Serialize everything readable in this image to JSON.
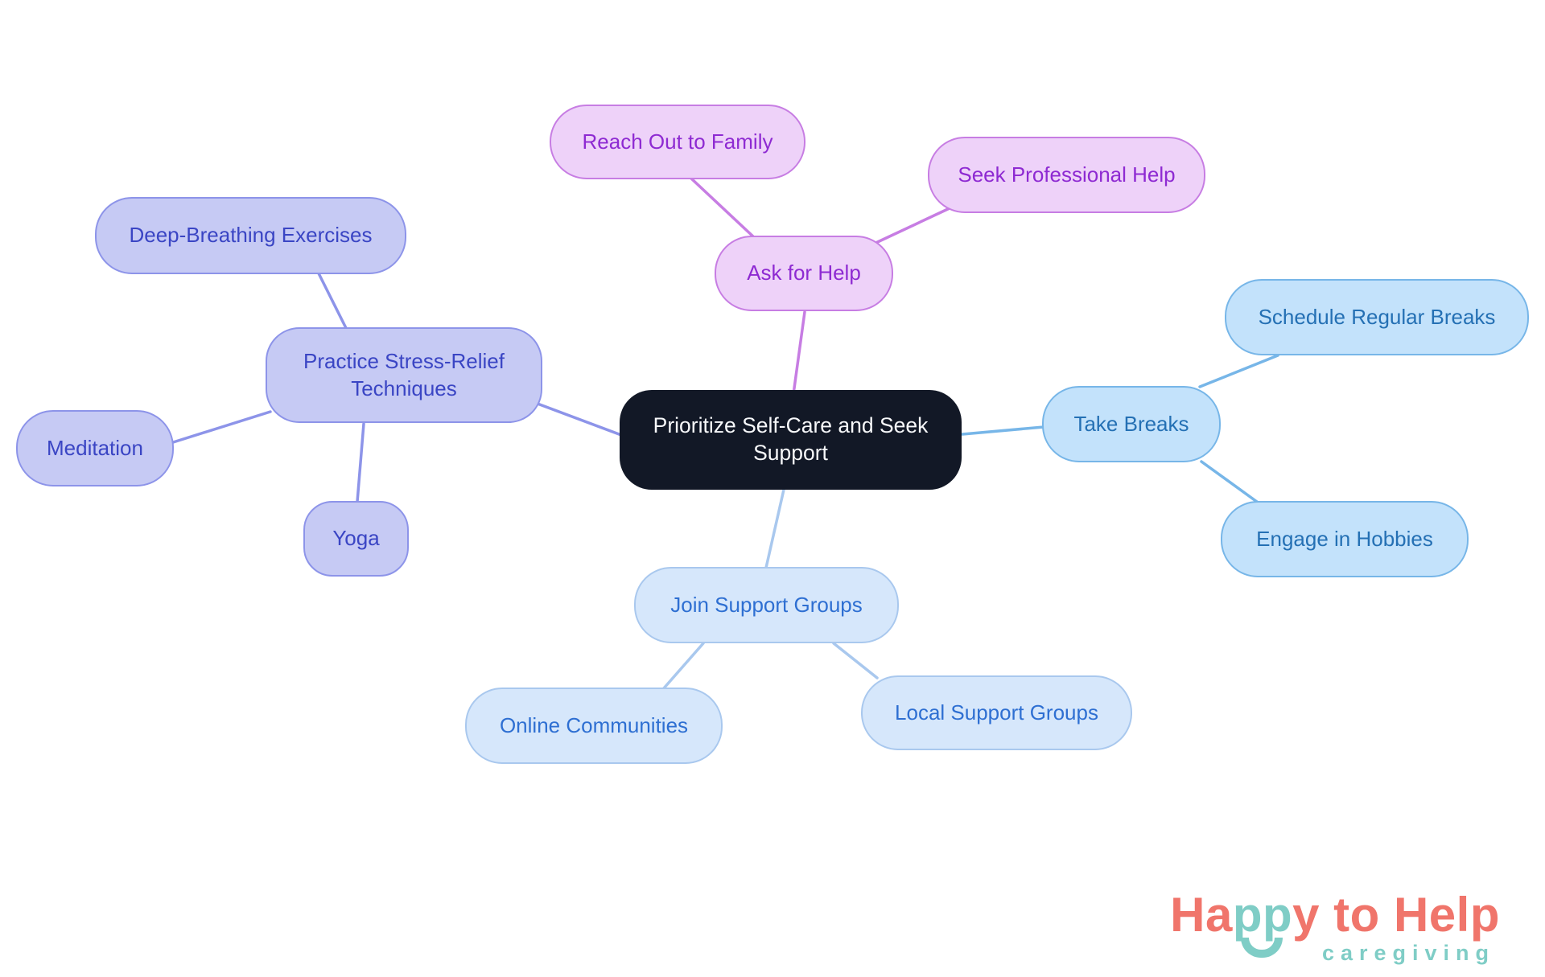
{
  "palette": {
    "background": "#ffffff",
    "root_bg": "#121826",
    "root_text": "#f7f8fa",
    "families": {
      "ask_for_help": {
        "fill": "#eed2f9",
        "border": "#c77de3",
        "text": "#8e2ad2"
      },
      "stress_relief": {
        "fill": "#c6caf4",
        "border": "#8d94e9",
        "text": "#3a45c4"
      },
      "take_breaks": {
        "fill": "#c3e2fb",
        "border": "#77b6e8",
        "text": "#2470b4"
      },
      "support_groups": {
        "fill": "#d6e7fb",
        "border": "#a9c8ee",
        "text": "#2e6fd2"
      }
    }
  },
  "map": {
    "root": {
      "label": "Prioritize Self-Care and Seek Support"
    },
    "branches": [
      {
        "label": "Ask for Help",
        "children": [
          {
            "label": "Reach Out to Family"
          },
          {
            "label": "Seek Professional Help"
          }
        ]
      },
      {
        "label": "Practice Stress-Relief Techniques",
        "children": [
          {
            "label": "Deep-Breathing Exercises"
          },
          {
            "label": "Meditation"
          },
          {
            "label": "Yoga"
          }
        ]
      },
      {
        "label": "Take Breaks",
        "children": [
          {
            "label": "Schedule Regular Breaks"
          },
          {
            "label": "Engage in Hobbies"
          }
        ]
      },
      {
        "label": "Join Support Groups",
        "children": [
          {
            "label": "Online Communities"
          },
          {
            "label": "Local Support Groups"
          }
        ]
      }
    ]
  },
  "logo": {
    "part_ha": "Ha",
    "part_pp": "pp",
    "part_rest": "y to Help",
    "subtitle": "caregiving",
    "coral": "#f0756b",
    "teal": "#7fcdc6"
  }
}
